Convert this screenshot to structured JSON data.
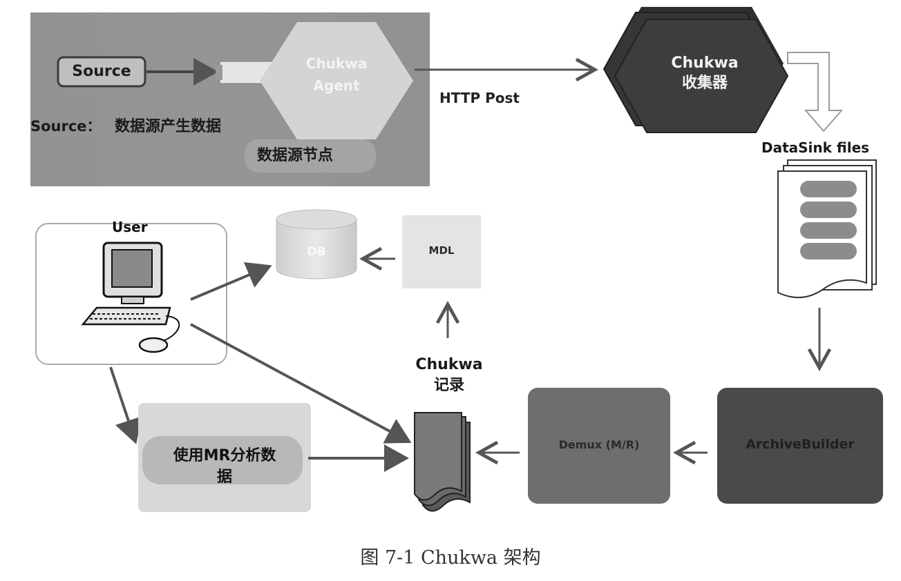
{
  "nodes": {
    "source_box": "Source",
    "agent": "Chukwa\nAgent",
    "source_desc_prefix": "Source：",
    "source_desc": "数据源产生数据",
    "source_node": "数据源节点",
    "http_post": "HTTP Post",
    "collector": "Chukwa\n收集器",
    "datasink": "DataSink files",
    "user": "User",
    "db": "DB",
    "mdl": "MDL",
    "chukwa_records": "Chukwa\n记录",
    "mr_analysis": "使用MR分析数\n据",
    "demux": "Demux (M/R)",
    "archive_builder": "ArchiveBuilder"
  },
  "caption": "图 7-1    Chukwa 架构",
  "colors": {
    "source_panel": "#8a8a8a",
    "agent_hex": "#d4d4d4",
    "collector_hex": "#3d3d3d",
    "demux_box": "#6e6e6e",
    "archive_box": "#4a4a4a",
    "mr_box": "#d8d8d8",
    "arrow": "#555555"
  },
  "icons": {
    "computer": "computer-icon",
    "database": "database-icon",
    "documents": "document-stack-icon"
  }
}
